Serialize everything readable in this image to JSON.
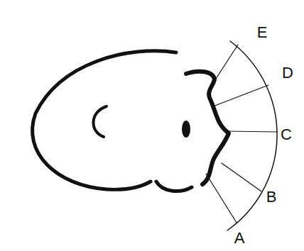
{
  "diagram": {
    "labels": [
      "E",
      "D",
      "C",
      "B",
      "A"
    ]
  }
}
